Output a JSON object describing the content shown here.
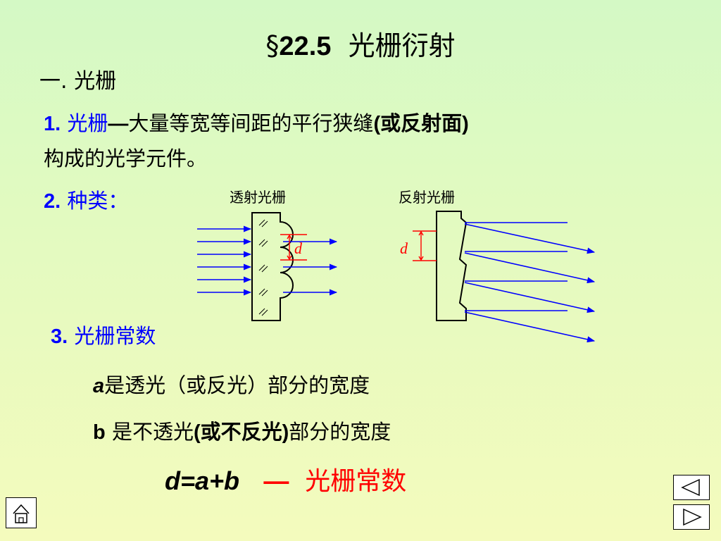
{
  "slide": {
    "title_section": "§",
    "title_number": "22.5",
    "title_text": "光栅衍射",
    "section1": "一. 光栅",
    "item1": {
      "num": "1.",
      "term": "光栅",
      "dash": "—",
      "def_line1": "大量等宽等间距的平行狭缝",
      "paren": "(或反射面)",
      "def_line2": "构成的光学元件。"
    },
    "item2": {
      "num": "2.",
      "term": "种类："
    },
    "diagram": {
      "transmission_label": "透射光栅",
      "reflection_label": "反射光栅",
      "d_symbol": "d"
    },
    "item3": {
      "num": "3.",
      "term": "光栅常数"
    },
    "line_a": {
      "var": "a",
      "text": "是透光（或反光）部分的宽度"
    },
    "line_b": {
      "var": "b",
      "text": "是不透光",
      "paren": "(或不反光)",
      "text2": "部分的宽度"
    },
    "formula": {
      "expr": "d=a+b",
      "dash": "—",
      "name": "光栅常数"
    }
  },
  "colors": {
    "blue": "#0000ff",
    "red": "#ff0000",
    "bg_top": "#d4f9c5",
    "bg_bottom": "#f4fbbd"
  },
  "nav": {
    "icons": [
      "home-icon",
      "prev-icon",
      "next-icon"
    ]
  }
}
